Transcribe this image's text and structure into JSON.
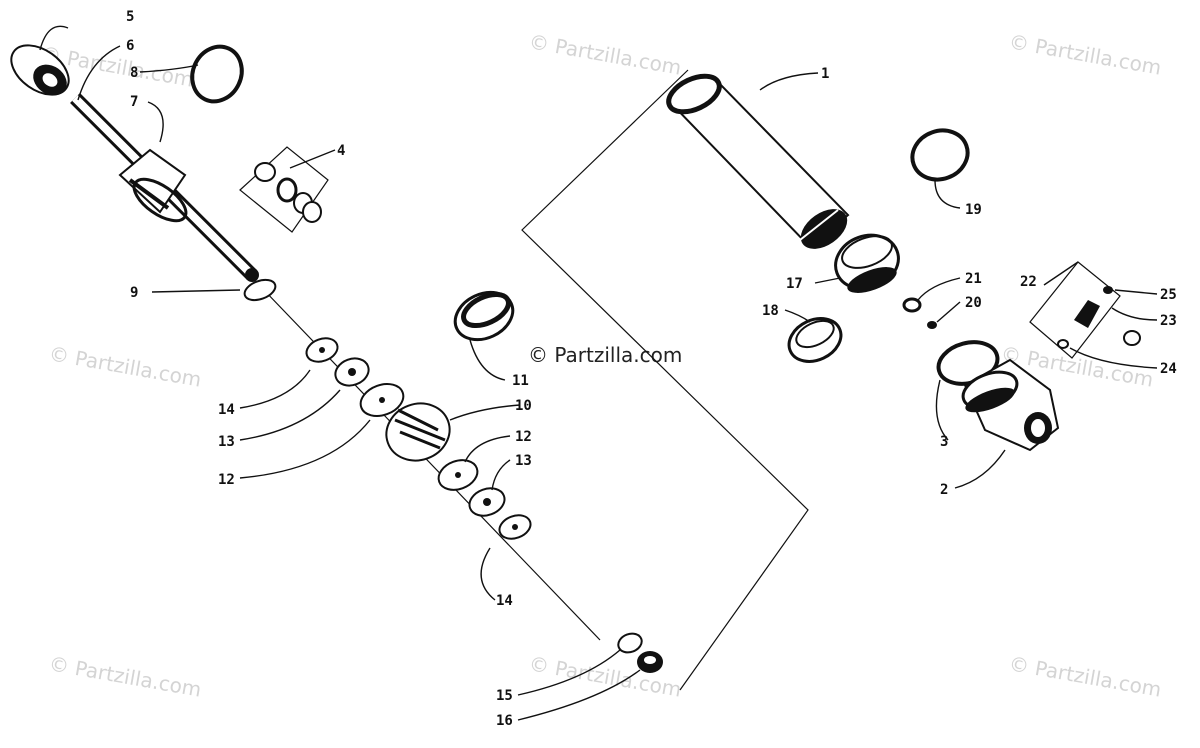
{
  "watermark": "© Partzilla.com",
  "callouts": {
    "c1": "1",
    "c2": "2",
    "c3": "3",
    "c4": "4",
    "c5": "5",
    "c6": "6",
    "c7": "7",
    "c8": "8",
    "c9": "9",
    "c10": "10",
    "c11": "11",
    "c12a": "12",
    "c12b": "12",
    "c13a": "13",
    "c13b": "13",
    "c14a": "14",
    "c14b": "14",
    "c15": "15",
    "c16": "16",
    "c17": "17",
    "c18": "18",
    "c19": "19",
    "c20": "20",
    "c21": "21",
    "c22": "22",
    "c23": "23",
    "c24": "24",
    "c25": "25"
  },
  "colors": {
    "ink": "#111111",
    "watermark": "#d4d4d4",
    "background": "#ffffff"
  }
}
